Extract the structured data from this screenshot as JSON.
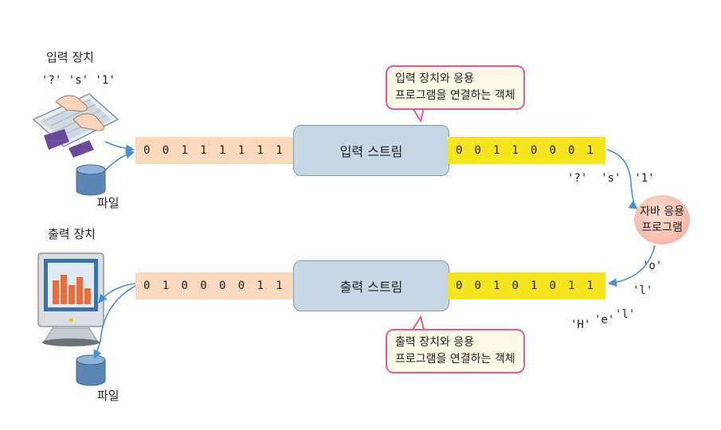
{
  "input_device": {
    "label": "입력 장치",
    "chars": [
      "'?'",
      "'s'",
      "'1'"
    ]
  },
  "input_file": {
    "label": "파일"
  },
  "output_device": {
    "label": "출력 장치"
  },
  "output_file": {
    "label": "파일"
  },
  "input_stream": {
    "label": "입력 스트림",
    "left_bits": [
      "0",
      "0",
      "1",
      "1",
      "1",
      "1",
      "1",
      "1"
    ],
    "right_bits": [
      "0",
      "0",
      "1",
      "1",
      "0",
      "0",
      "0",
      "1"
    ],
    "chars_below": "'?'  's'  '1'",
    "callout": [
      "입력 장치와 응용",
      "프로그램을 연결하는 객체"
    ]
  },
  "output_stream": {
    "label": "출력 스트림",
    "left_bits": [
      "0",
      "1",
      "0",
      "0",
      "0",
      "0",
      "1",
      "1"
    ],
    "right_bits": [
      "0",
      "0",
      "1",
      "0",
      "1",
      "0",
      "1",
      "1"
    ],
    "callout": [
      "출력 장치와 응용",
      "프로그램을 연결하는 객체"
    ]
  },
  "program": {
    "line1": "자바 응용",
    "line2": "프로그램"
  },
  "output_chars": {
    "c_o": "'o'",
    "c_l": "'l'",
    "c_h": "'H'",
    "c_e": "'e'",
    "c_l2": "'l'"
  },
  "colors": {
    "input_bits_bg": "#fbd9bd",
    "stream_bits_bg": "#f5e51e",
    "stream_box": "#c6d8e6",
    "callout_border": "#e25a9a",
    "arrow": "#4a8fd4"
  }
}
